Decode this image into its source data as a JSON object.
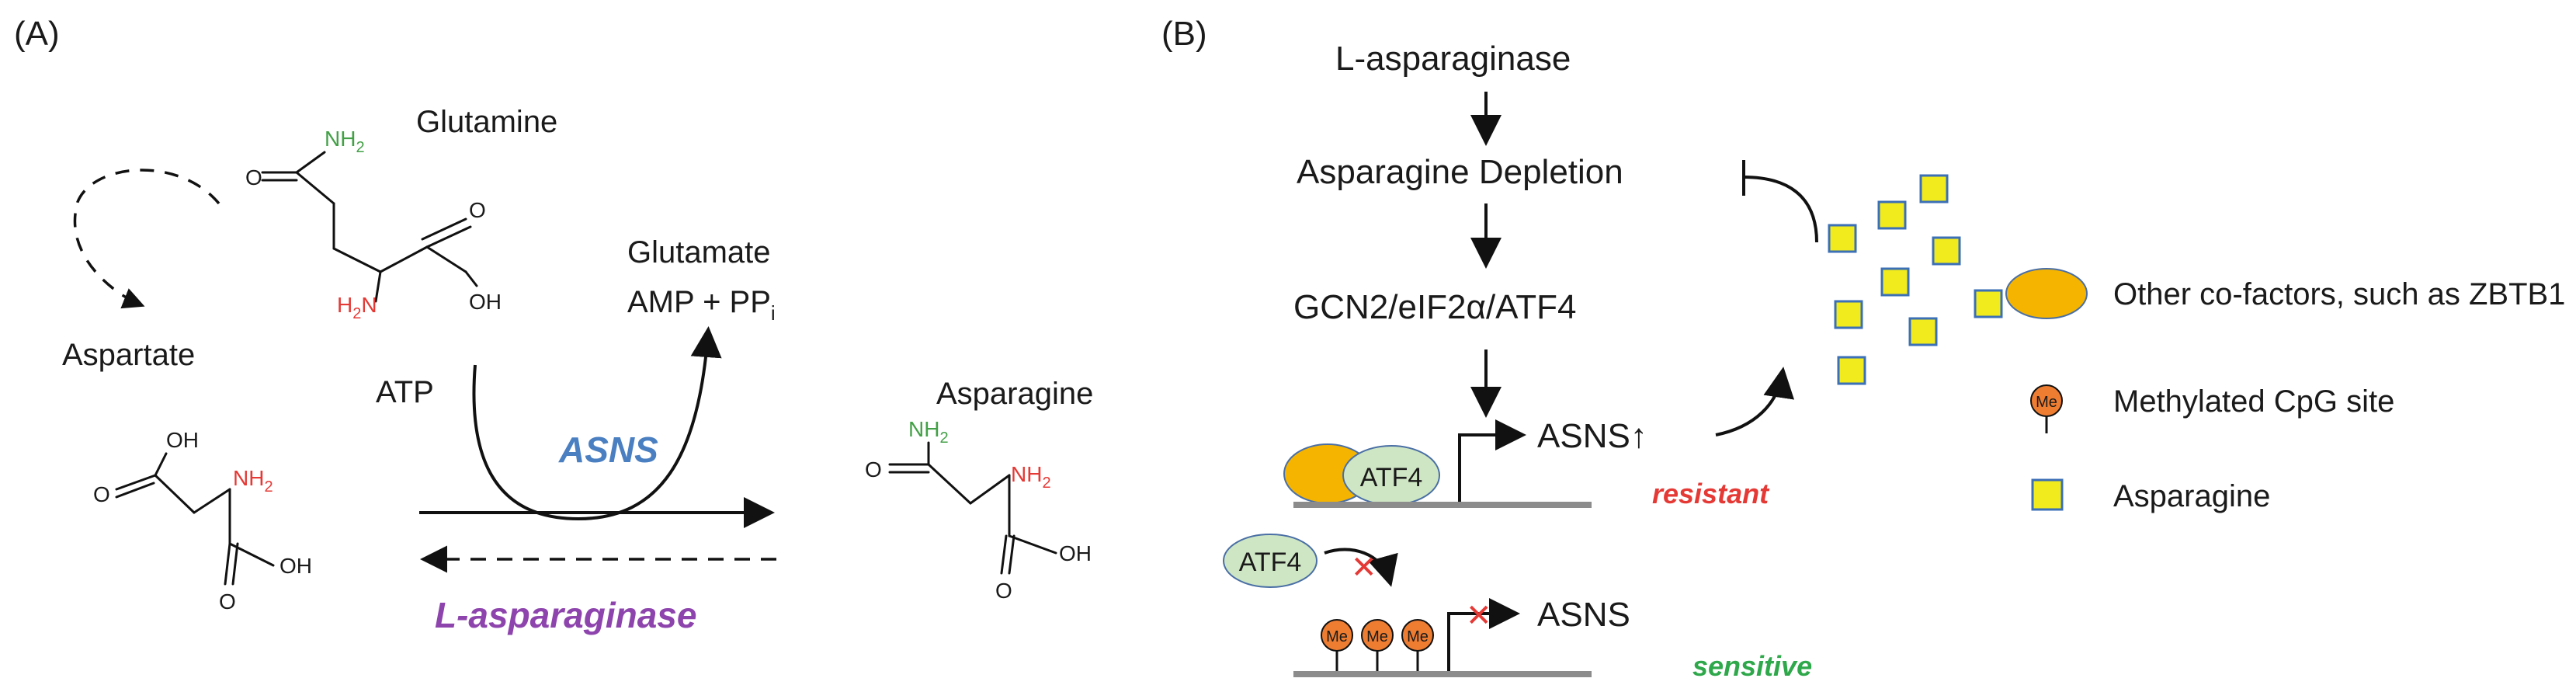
{
  "panel_a": {
    "label": "(A)",
    "glutamine": "Glutamine",
    "aspartate": "Aspartate",
    "asparagine": "Asparagine",
    "glutamate": "Glutamate",
    "amp_ppi": "AMP + PP",
    "amp_ppi_sub": "i",
    "atp": "ATP",
    "asns": "ASNS",
    "l_asparaginase": "L-asparaginase",
    "atoms": {
      "nh2": "NH",
      "nh2_sub": "2",
      "h2n": "H",
      "h2n_sub": "2",
      "h2n_n": "N",
      "oh": "OH",
      "o": "O"
    }
  },
  "panel_b": {
    "label": "(B)",
    "l_asparaginase": "L-asparaginase",
    "depletion": "Asparagine Depletion",
    "pathway": "GCN2/eIF2α/ATF4",
    "atf4": "ATF4",
    "asns_up": "ASNS↑",
    "asns": "ASNS",
    "resistant": "resistant",
    "sensitive": "sensitive",
    "me": "Me",
    "x_mark": "✕"
  },
  "legend": [
    {
      "label": "Other co-factors, such as ZBTB1",
      "icon": "orange-ellipse-icon"
    },
    {
      "label": "Methylated CpG site",
      "icon": "methyl-lollipop-icon"
    },
    {
      "label": "Asparagine",
      "icon": "yellow-square-icon"
    }
  ],
  "colors": {
    "amine_red": "#e53935",
    "amide_green": "#43a047",
    "asns_blue": "#4a7fc1",
    "asparaginase_purple": "#8e44ad",
    "resistant_red": "#e53935",
    "sensitive_green": "#2ea84a",
    "atf4_fill": "#cfe6c4",
    "cofactor_orange": "#f5b400",
    "methyl_orange": "#ee7d32",
    "asparagine_yellow": "#f1ea1d",
    "asparagine_border": "#3b6fb6",
    "dna_gray": "#8c8c8c"
  }
}
